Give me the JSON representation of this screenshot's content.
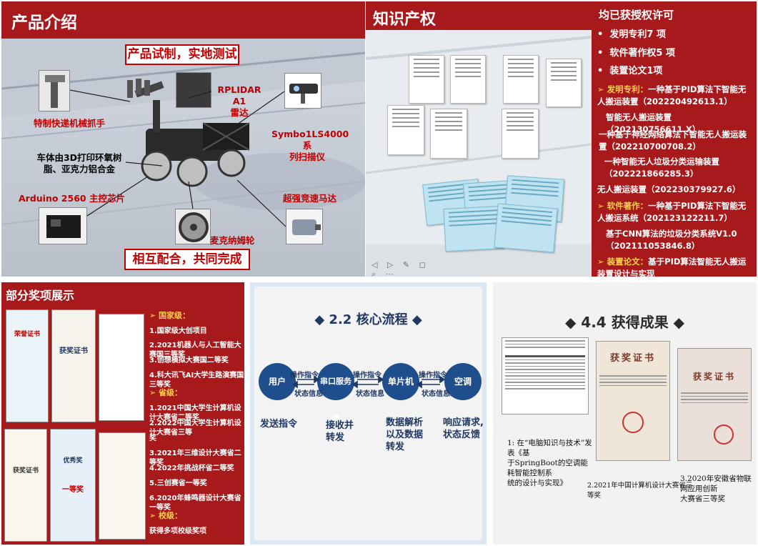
{
  "product_panel": {
    "title": "产品介绍",
    "banner_top": "产品试制，实地测试",
    "banner_bottom": "相互配合，共同完成",
    "labels": {
      "gripper": "特制快递机械抓手",
      "rplidar_line1": "RPLIDAR A1",
      "rplidar_line2": "雷达",
      "symbo_line1": "Symbo1LS4000系",
      "symbo_line2": "列扫描仪",
      "body_line1": "车体由3D打印环氧树",
      "body_line2": "脂、亚克力铝合金",
      "arduino": "Arduino 2560 主控芯片",
      "motor": "超强竞速马达",
      "wheel": "麦克纳姆轮"
    },
    "colors": {
      "title_bar": "#a8191c",
      "label_red": "#c00000"
    }
  },
  "ip_panel": {
    "title": "知识产权",
    "heading": "均已获授权许可",
    "bullets": [
      "发明专利7 项",
      "软件著作权5 项",
      "装置论文1项"
    ],
    "patent_label": "发明专利：",
    "patent_first": "一种基于PID算法下智能无人搬运装置（202220492613.1）",
    "patent_items": [
      "智能无人搬运装置（202130756611.X）",
      "一种基于神经网络算法下智能无人搬运装置（202210700708.2）",
      "一种智能无人垃圾分类运输装置（202221866285.3）",
      "无人搬运装置（202230379927.6）"
    ],
    "software_label": "软件著作：",
    "software_first": "一种基于PID算法下智能无人搬运系统（202123122211.7）",
    "software_items": [
      "基于CNN算法的垃圾分类系统V1.0（202111053846.8）"
    ],
    "paper_label": "装置论文：",
    "paper_first": "基于PID算法智能无人搬运装置设计与实现",
    "colors": {
      "accent_yellow": "#ffd24a"
    }
  },
  "awards_panel": {
    "title": "部分奖项展示",
    "national_header": "国家级：",
    "national": [
      "1.国家级大创项目",
      "2.2021机器人与人工智能大赛国三等奖",
      "3.创想模拟大赛国二等奖",
      "4.科大讯飞AI大学生路演赛国三等奖"
    ],
    "provincial_header": "省级：",
    "provincial": [
      "1.2021中国大学生计算机设计大赛省二等奖",
      "2.2022中国大学生计算机设计大赛省三等",
      "奖",
      "3.2021年三维设计大赛省二等奖",
      "4.2022年挑战杯省二等奖",
      "5.三创赛省一等奖",
      "6.2020年蜂鸣器设计大赛省一等奖"
    ],
    "school_header": "校级：",
    "school": [
      "获得多项校级奖项"
    ],
    "cert_texts": [
      "荣誉证书",
      "获奖证书",
      "获奖证书",
      "优秀奖",
      "一等奖"
    ]
  },
  "flow_panel": {
    "title": "2.2 核心流程",
    "nodes": [
      "用户",
      "串口服务器",
      "单片机",
      "空调"
    ],
    "arrow_top": "操作指令",
    "arrow_bottom": "状态信息",
    "descriptions": [
      "发送指令",
      "接收并\n转发",
      "数据解析\n以及数据\n转发",
      "响应请求,\n状态反馈"
    ],
    "colors": {
      "node": "#1f4e8c",
      "text": "#1f3864"
    }
  },
  "results_panel": {
    "title": "4.4 获得成果",
    "caption1_line1": "1: 在“电脑知识与技术”发表《基",
    "caption1_line2": "于SpringBoot的空调能耗智能控制系",
    "caption1_line3": "统的设计与实现》",
    "caption2": "2.2021年中国计算机设计大赛省三等奖",
    "caption3_line1": "3.2020年安徽省物联网应用创新",
    "caption3_line2": "大赛省三等奖",
    "cert_center": "获奖证书",
    "cert_right": "获奖证书"
  }
}
